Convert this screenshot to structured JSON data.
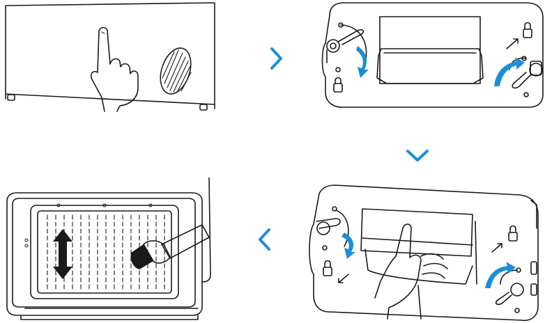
{
  "diagram": {
    "steps": [
      {
        "id": "step-1",
        "icon": "press-panel-hand-icon"
      },
      {
        "id": "step-2",
        "icon": "rotate-latches-unlock-icon"
      },
      {
        "id": "step-3",
        "icon": "open-cover-hand-icon"
      },
      {
        "id": "step-4",
        "icon": "brush-filter-clean-icon"
      }
    ],
    "flow_arrows": [
      "chevron-right-icon",
      "chevron-down-icon",
      "chevron-left-icon"
    ],
    "colors": {
      "accent": "#1b8fd6",
      "line": "#1a1a1a",
      "background": "#ffffff"
    }
  }
}
